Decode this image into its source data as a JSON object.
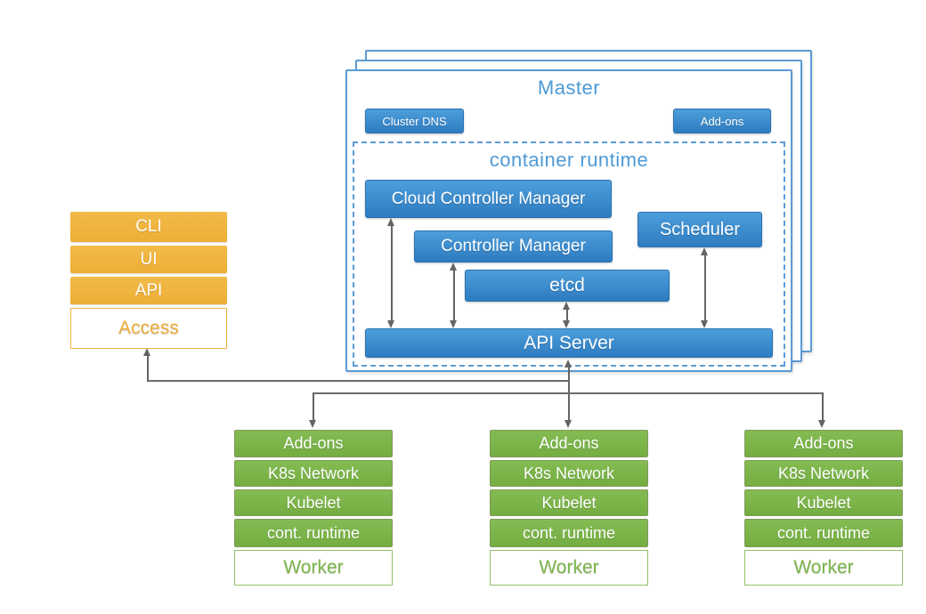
{
  "diagram": {
    "type": "kubernetes-architecture"
  },
  "colors": {
    "blue_box_top": "#4d9edb",
    "blue_box_bottom": "#2e7cc0",
    "blue_title": "#4e9ad5",
    "blue_border": "#5b9bd5",
    "orange_box": "#f0b441",
    "green_box": "#7cb64a",
    "arrow_gray": "#646464"
  },
  "master": {
    "title": "Master",
    "cluster_dns_label": "Cluster DNS",
    "addons_label": "Add-ons",
    "container_runtime": {
      "title": "container runtime",
      "cloud_controller_manager": "Cloud Controller Manager",
      "controller_manager": "Controller Manager",
      "scheduler": "Scheduler",
      "etcd": "etcd",
      "api_server": "API Server"
    }
  },
  "access_stack": {
    "items": [
      "CLI",
      "UI",
      "API"
    ],
    "label": "Access"
  },
  "worker_stack": {
    "rows": [
      "Add-ons",
      "K8s Network",
      "Kubelet",
      "cont. runtime"
    ],
    "label": "Worker"
  }
}
